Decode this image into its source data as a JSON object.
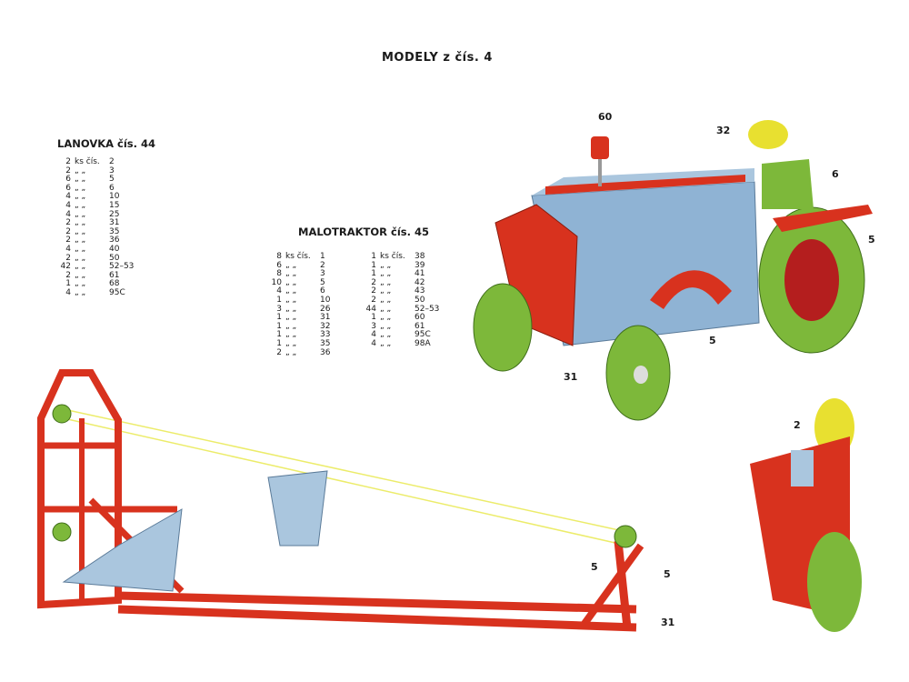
{
  "title": "MODELY z čís. 4",
  "lanovka": {
    "heading": "LANOVKA čís. 44",
    "unit_first": "ks čís.",
    "unit_ditto": "„  „",
    "items": [
      {
        "qty": "2",
        "part": "2"
      },
      {
        "qty": "2",
        "part": "3"
      },
      {
        "qty": "6",
        "part": "5"
      },
      {
        "qty": "6",
        "part": "6"
      },
      {
        "qty": "4",
        "part": "10"
      },
      {
        "qty": "4",
        "part": "15"
      },
      {
        "qty": "4",
        "part": "25"
      },
      {
        "qty": "2",
        "part": "31"
      },
      {
        "qty": "2",
        "part": "35"
      },
      {
        "qty": "2",
        "part": "36"
      },
      {
        "qty": "4",
        "part": "40"
      },
      {
        "qty": "2",
        "part": "50"
      },
      {
        "qty": "42",
        "part": "52–53"
      },
      {
        "qty": "2",
        "part": "61"
      },
      {
        "qty": "1",
        "part": "68"
      },
      {
        "qty": "4",
        "part": "95C"
      }
    ]
  },
  "malotraktor": {
    "heading": "MALOTRAKTOR čís. 45",
    "col1": [
      {
        "qty": "8",
        "part": "1"
      },
      {
        "qty": "6",
        "part": "2"
      },
      {
        "qty": "8",
        "part": "3"
      },
      {
        "qty": "10",
        "part": "5"
      },
      {
        "qty": "4",
        "part": "6"
      },
      {
        "qty": "1",
        "part": "10"
      },
      {
        "qty": "3",
        "part": "26"
      },
      {
        "qty": "1",
        "part": "31"
      },
      {
        "qty": "1",
        "part": "32"
      },
      {
        "qty": "1",
        "part": "33"
      },
      {
        "qty": "1",
        "part": "35"
      },
      {
        "qty": "2",
        "part": "36"
      }
    ],
    "col2": [
      {
        "qty": "1",
        "part": "38"
      },
      {
        "qty": "1",
        "part": "39"
      },
      {
        "qty": "1",
        "part": "41"
      },
      {
        "qty": "2",
        "part": "42"
      },
      {
        "qty": "2",
        "part": "43"
      },
      {
        "qty": "2",
        "part": "50"
      },
      {
        "qty": "44",
        "part": "52–53"
      },
      {
        "qty": "1",
        "part": "60"
      },
      {
        "qty": "3",
        "part": "61"
      },
      {
        "qty": "4",
        "part": "95C"
      },
      {
        "qty": "4",
        "part": "98A"
      }
    ]
  },
  "callouts": {
    "tractor": [
      "60",
      "32",
      "6",
      "5",
      "5",
      "31"
    ],
    "cablecar": [
      "5",
      "5",
      "31"
    ],
    "partial": [
      "2"
    ]
  },
  "colors": {
    "red": "#d8321e",
    "blue": "#8fb3d4",
    "green": "#7db83a",
    "yellow": "#e8e030"
  }
}
